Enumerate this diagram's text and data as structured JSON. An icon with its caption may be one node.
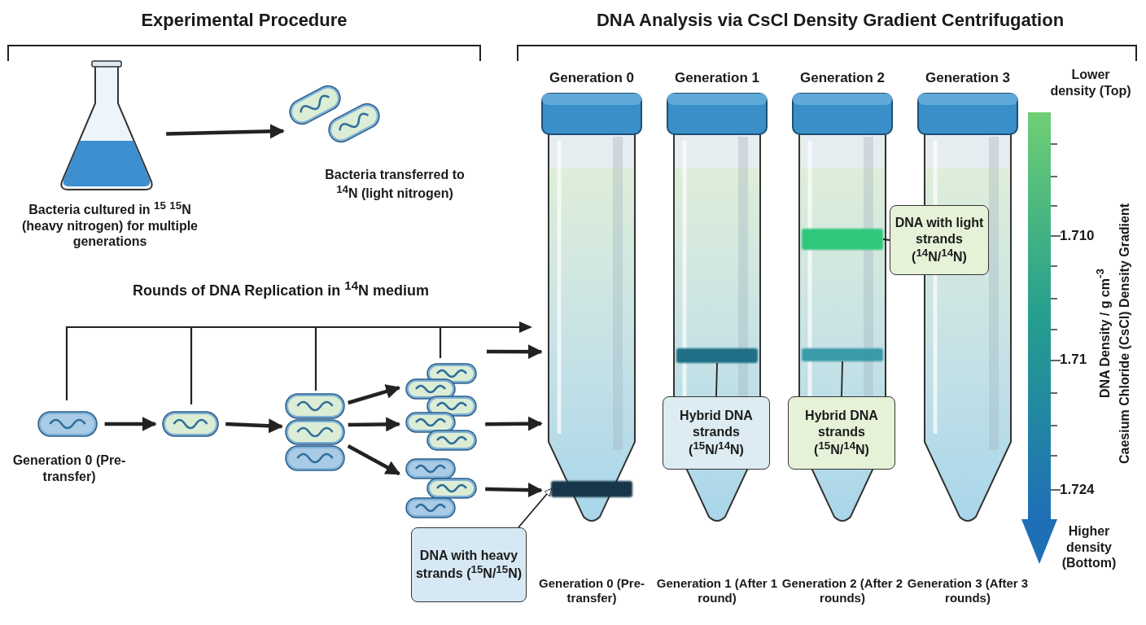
{
  "diagram": {
    "nodes": [
      {
        "text": [],
        "shape": "picture",
        "beside": [
          "Bacteria cultured in $^{15}$ $^{15}$N (heavy nitrogen) for multiple generations"
        ]
      },
      {
        "text": [],
        "shape": "picture",
        "beside": [
          "Bacteria transferred to $^{14}$N (light nitrogen)"
        ]
      },
      {
        "text": [],
        "shape": "picture",
        "beside": [
          "Generation 0 (Pre-transfer)"
        ]
      },
      {
        "text": [],
        "shape": "picture"
      },
      {
        "text": [],
        "shape": "picture"
      },
      {
        "text": [],
        "shape": "picture"
      },
      {
        "text": [],
        "shape": "picture"
      },
      {
        "text": [],
        "shape": "picture",
        "beside": [
          "Generation 0"
        ]
      },
      {
        "text": [],
        "shape": "picture",
        "beside": [
          "Generation 1"
        ]
      },
      {
        "text": [],
        "shape": "picture",
        "beside": [
          "Generation 2"
        ]
      },
      {
        "text": [],
        "shape": "picture",
        "beside": [
          "Generation 3"
        ]
      },
      {
        "text": [],
        "shape": "bar",
        "in": 7
      },
      {
        "text": [],
        "shape": "bar",
        "in": 8
      },
      {
        "text": [],
        "shape": "bar",
        "in": 9
      },
      {
        "text": [],
        "shape": "bar",
        "in": 9
      },
      {
        "text": [
          "DNA with heavy strands ($^{15}$N/$^{15}$N)"
        ]
      },
      {
        "text": [
          "Hybrid DNA strands ($^{15}$N/$^{14}$N)"
        ]
      },
      {
        "text": [
          "Hybrid DNA strands ($^{15}$N/$^{14}$N)"
        ]
      },
      {
        "text": [
          "DNA with light strands ($^{14}$N/$^{14}$N)"
        ]
      }
    ],
    "edges": [
      {
        "from": 0,
        "to": 1,
        "arrow": "to"
      },
      {
        "from": 2,
        "to": 3,
        "arrow": "to"
      },
      {
        "from": 3,
        "to": 4,
        "arrow": "to"
      },
      {
        "from": 4,
        "to": 5,
        "arrow": "to"
      },
      {
        "from": 4,
        "to": 5,
        "arrow": "to"
      },
      {
        "from": 4,
        "to": 6,
        "arrow": "to"
      },
      {
        "from": null,
        "to": 7,
        "arrow": "to"
      },
      {
        "from": 5,
        "to": 7,
        "arrow": "to"
      },
      {
        "from": 6,
        "to": 7,
        "arrow": "to"
      },
      {
        "from": 15,
        "to": 11,
        "arrow": "to"
      },
      {
        "from": 16,
        "to": 12,
        "arrow": "none"
      },
      {
        "from": 17,
        "to": 14,
        "arrow": "none"
      },
      {
        "from": 18,
        "to": 13,
        "arrow": "none"
      }
    ],
    "labels": [
      "Experimental Procedure",
      "DNA Analysis via CsCl Density Gradient Centrifugation",
      "Rounds of DNA Replication in $^{14}$N medium",
      "Lower density (Top)",
      "1.710",
      "1.71",
      "1.724",
      "Higher density (Bottom)",
      "DNA Density / g cm$^{-3}$",
      "Caesium Chloride (CsCl) Density Gradient",
      "Generation 0 (Pre-transfer)",
      "Generation 1 (After 1 round)",
      "Generation 2 (After 2 rounds)",
      "Generation 3 (After 3 rounds)"
    ]
  }
}
